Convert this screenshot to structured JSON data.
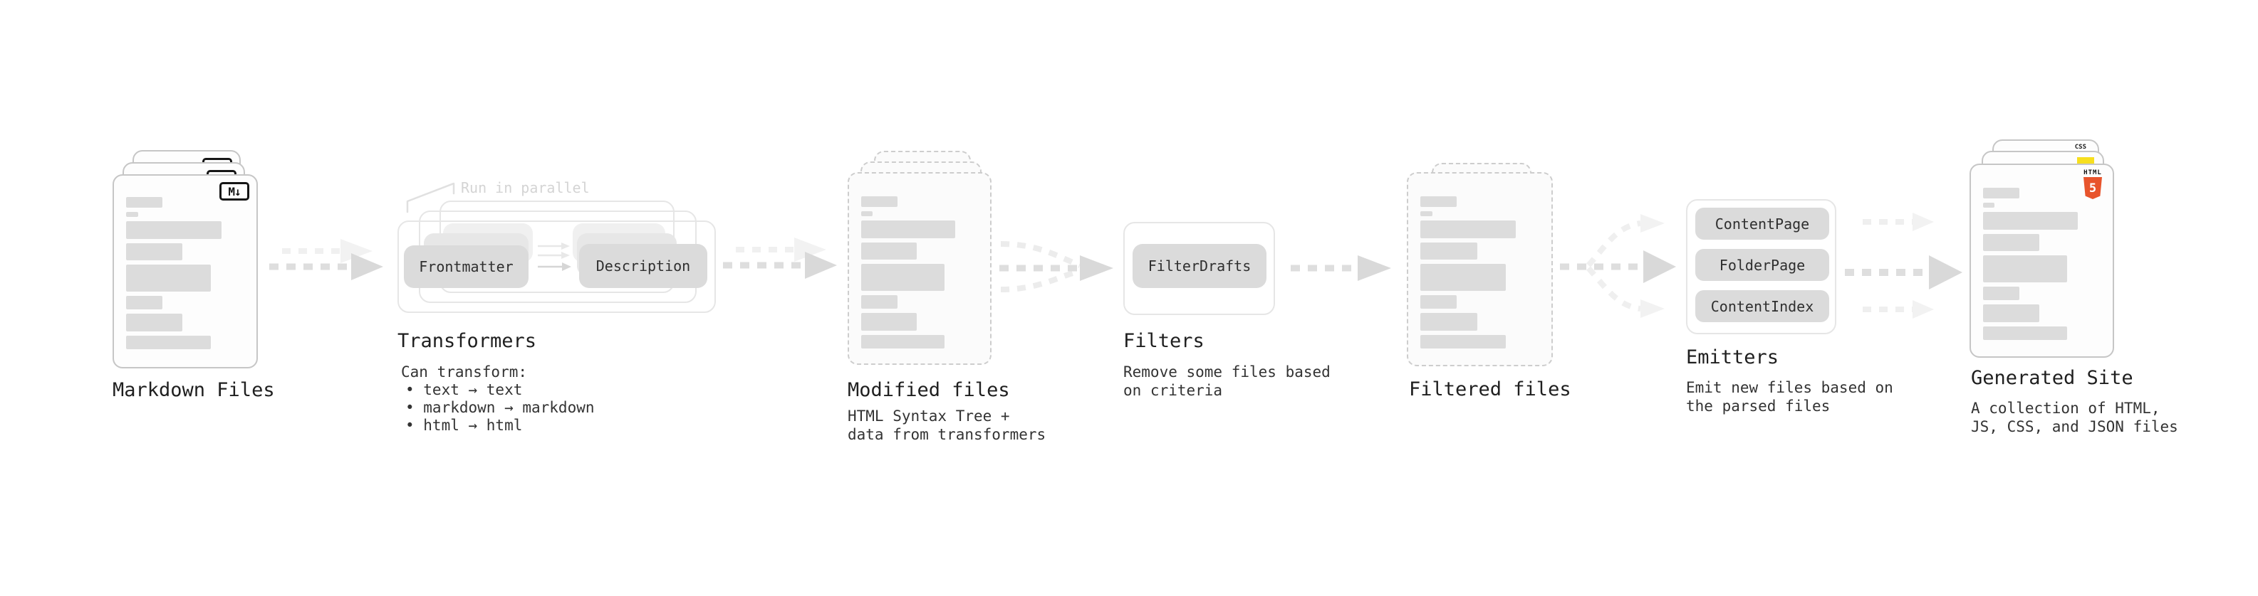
{
  "colors": {
    "background": "#ffffff",
    "card_fill": "#fdfdfd",
    "card_border": "#c6c6c6",
    "dashed_border": "#cdcdcd",
    "pill_fill": "#dbdbdb",
    "outline_box_border": "#e6e6e6",
    "bar_fill": "#dcdcdc",
    "arrow_dark": "#d9d9d9",
    "arrow_faint": "#f0f0f0",
    "note_text": "#d4d4d4",
    "label_text": "#1f1f1f",
    "desc_text": "#333333",
    "html5_orange": "#e8542c",
    "js_yellow": "#f7df1e",
    "css_blue": "#2e6ae8",
    "md_icon_black": "#151515"
  },
  "sections": {
    "markdown_files": {
      "label": "Markdown Files",
      "icon_glyph": "M↓"
    },
    "transformers": {
      "label": "Transformers",
      "note": "Run in parallel",
      "pills": [
        "Frontmatter",
        "Description"
      ],
      "desc_title": "Can transform:",
      "bullets": [
        "• text → text",
        "• markdown → markdown",
        "• html → html"
      ]
    },
    "modified_files": {
      "label": "Modified files",
      "desc": [
        "HTML Syntax Tree +",
        "data from transformers"
      ]
    },
    "filters": {
      "label": "Filters",
      "pills": [
        "FilterDrafts"
      ],
      "desc": [
        "Remove some files based",
        "on criteria"
      ]
    },
    "filtered_files": {
      "label": "Filtered files"
    },
    "emitters": {
      "label": "Emitters",
      "pills": [
        "ContentPage",
        "FolderPage",
        "ContentIndex"
      ],
      "desc": [
        "Emit new files based on",
        "the parsed files"
      ]
    },
    "generated_site": {
      "label": "Generated Site",
      "desc": [
        "A collection of HTML,",
        "JS, CSS, and JSON files"
      ],
      "html5_caption": "HTML",
      "html5_numeral": "5",
      "css_label": "CSS"
    }
  }
}
